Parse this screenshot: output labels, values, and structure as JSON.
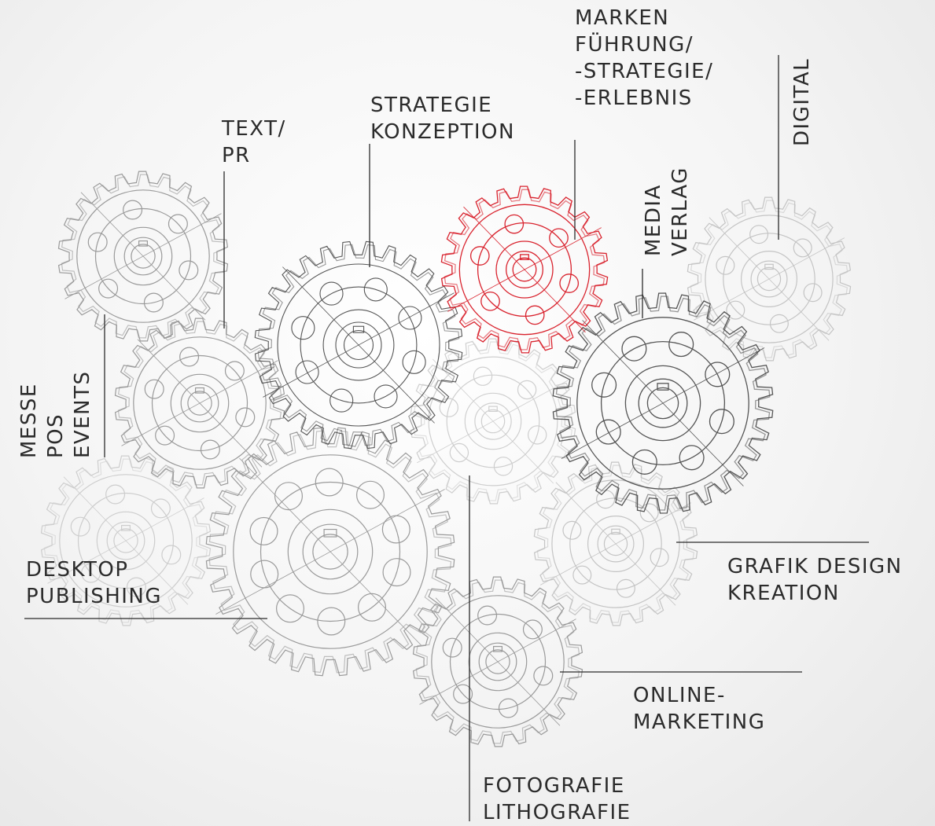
{
  "colors": {
    "gear": "#9a9a9a",
    "gear_light": "#c4c4c4",
    "gear_dark": "#555555",
    "accent": "#d9232e",
    "leader": "#2b2b2b",
    "text": "#2b2b2b"
  },
  "labels": {
    "marken": [
      "MARKEN",
      "FÜHRUNG/",
      "-STRATEGIE/",
      "-ERLEBNIS"
    ],
    "strategie": [
      "STRATEGIE",
      "KONZEPTION"
    ],
    "text_pr": [
      "TEXT/",
      "PR"
    ],
    "digital": [
      "DIGITAL"
    ],
    "media": [
      "MEDIA",
      "VERLAG"
    ],
    "messe": [
      "MESSE",
      "POS",
      "EVENTS"
    ],
    "desktop": [
      "DESKTOP",
      "PUBLISHING"
    ],
    "grafik": [
      "GRAFIK DESIGN",
      "KREATION"
    ],
    "online": [
      "ONLINE-",
      "MARKETING"
    ],
    "fotografie": [
      "FOTOGRAFIE",
      "LITHOGRAFIE"
    ]
  }
}
